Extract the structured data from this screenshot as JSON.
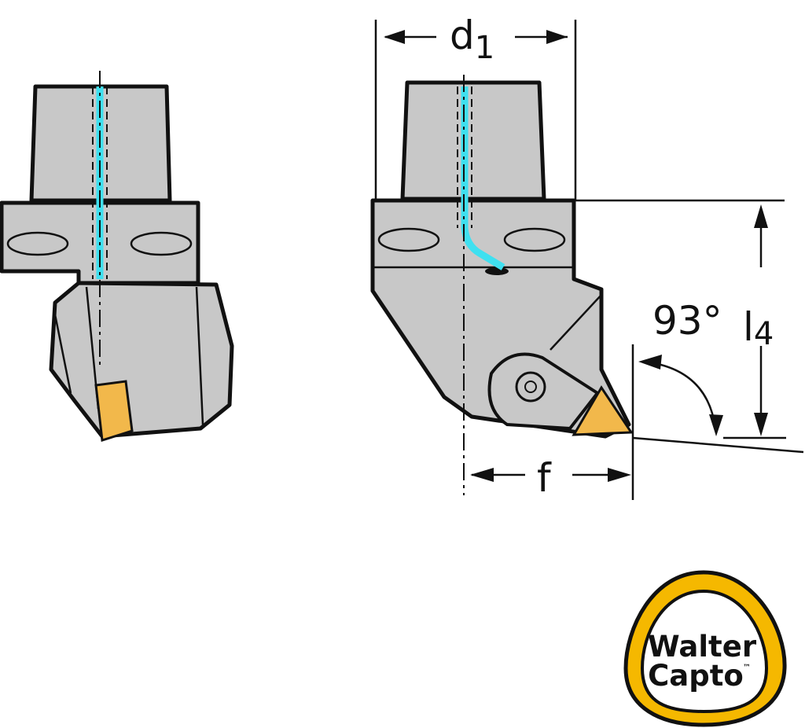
{
  "dimensions": {
    "d1": {
      "main": "d",
      "sub": "1"
    },
    "l4": {
      "main": "l",
      "sub": "4"
    },
    "f": "f",
    "angle": "93°"
  },
  "logo": {
    "line1": "Walter",
    "line2": "Capto",
    "trademark": "™"
  },
  "colors": {
    "body": "#c8c8c8",
    "coolant": "#3fe0f0",
    "insert": "#f2b84b",
    "logo_ring": "#f5b800"
  }
}
